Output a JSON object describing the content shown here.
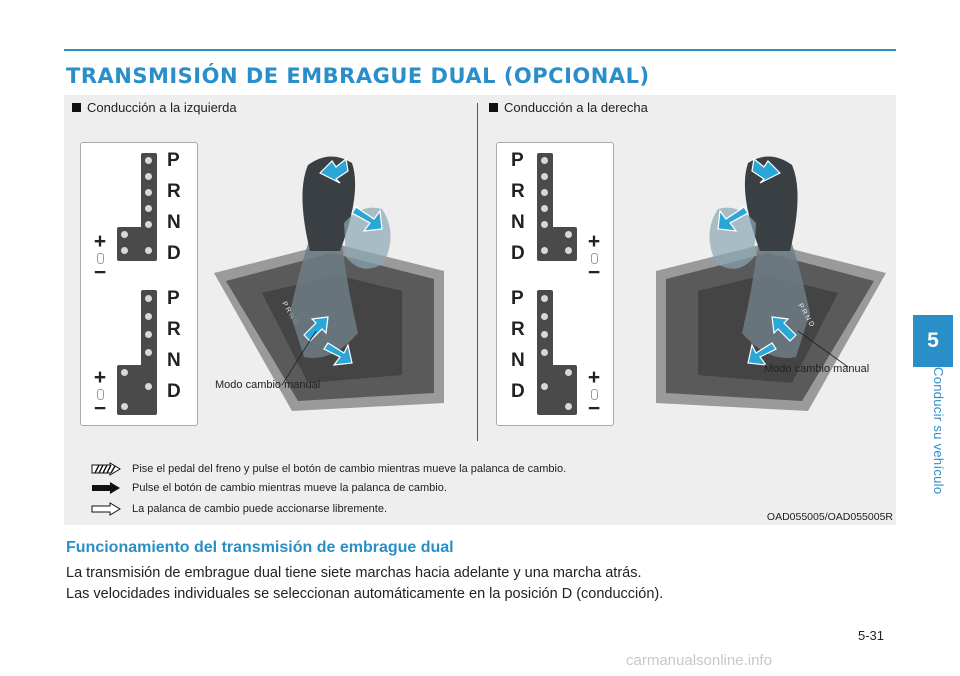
{
  "header": {
    "title": "TRANSMISIÓN DE EMBRAGUE DUAL (OPCIONAL)"
  },
  "figure": {
    "left_panel": {
      "label": "Conducción a la izquierda",
      "callout": "Modo cambio manual"
    },
    "right_panel": {
      "label": "Conducción a la derecha",
      "callout": "Modo cambio manual"
    },
    "gear_letters": [
      "P",
      "R",
      "N",
      "D"
    ],
    "shift_plus": "+",
    "shift_minus": "−",
    "legend": [
      {
        "icon": "hatched-arrow-icon",
        "text": "Pise el pedal del freno y pulse el botón de cambio mientras mueve la palanca de cambio."
      },
      {
        "icon": "solid-arrow-icon",
        "text": "Pulse el botón de cambio mientras mueve la palanca de cambio."
      },
      {
        "icon": "outline-arrow-icon",
        "text": "La palanca de cambio puede accionarse libremente."
      }
    ],
    "code": "OAD055005/OAD055005R",
    "colors": {
      "accent": "#2a8fc8",
      "arrow_cyan": "#2aa7d6"
    }
  },
  "section": {
    "subheading": "Funcionamiento del transmisión de embrague dual",
    "paragraphs": [
      "La transmisión de embrague dual tiene siete marchas hacia adelante y una marcha atrás.",
      "Las velocidades individuales se seleccionan automáticamente en la posición D (conducción)."
    ]
  },
  "footer": {
    "page_number": "5-31"
  },
  "chapter": {
    "number": "5",
    "label": "Conducir su vehículo"
  },
  "watermark": "carmanualsonline.info"
}
